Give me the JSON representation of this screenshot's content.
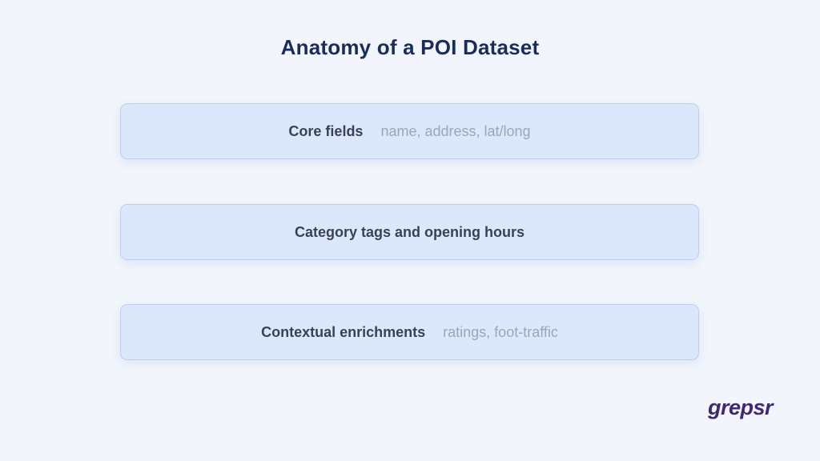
{
  "title": "Anatomy of a POI Dataset",
  "layers": [
    {
      "label": "Core fields",
      "detail": "name, address, lat/long"
    },
    {
      "label": "Category tags and opening hours",
      "detail": ""
    },
    {
      "label": "Contextual enrichments",
      "detail": "ratings, foot-traffic"
    }
  ],
  "logo": {
    "text": "grepsr",
    "color": "#3d2975"
  },
  "colors": {
    "background": "#f2f6fc",
    "box_fill": "#dbe8fb",
    "box_border": "#b9d1f1",
    "title": "#1a2c5b",
    "label": "#3a4252",
    "detail": "#98a6bb"
  }
}
